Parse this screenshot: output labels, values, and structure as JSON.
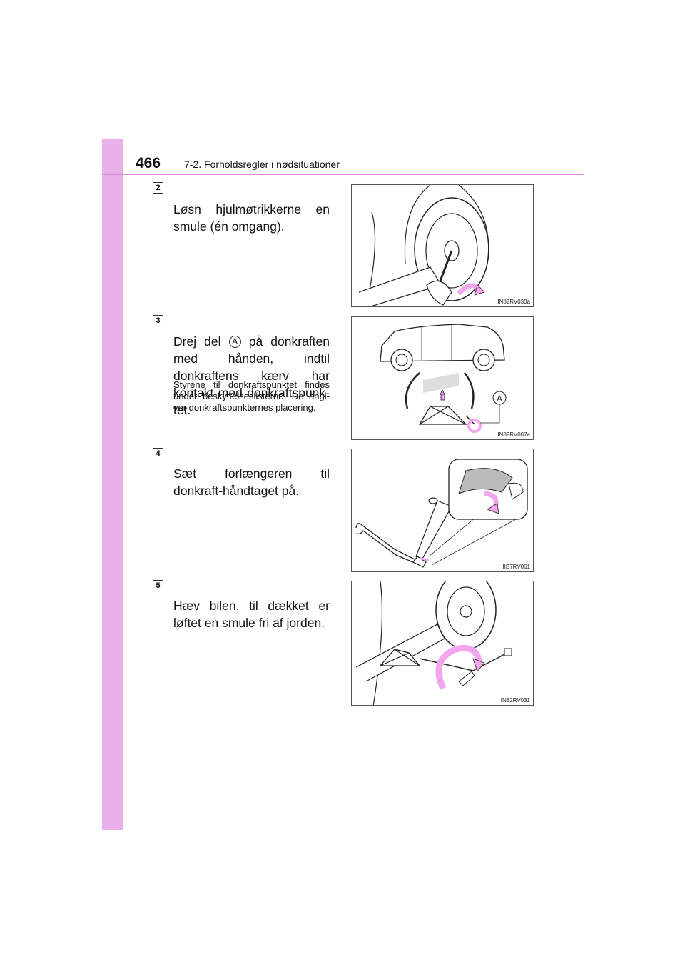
{
  "header": {
    "page_number": "466",
    "section_title": "7-2. Forholdsregler i nødsituationer"
  },
  "steps": [
    {
      "number": "2",
      "text": "Løsn hjulmøtrikkerne en smule (én omgang).",
      "figure_code": "IN82RV030a"
    },
    {
      "number": "3",
      "text_before": "Drej del ",
      "marker": "A",
      "text_after": " på donkraften med hånden, indtil donkraftens kærv har kontakt med donkraftspunk-tet.",
      "note": "Styrene til donkraftspunktet findes under beskyttelseslisterne. De angi-ver donkraftspunkternes placering.",
      "figure_code": "IN82RV007a",
      "figure_label": "A"
    },
    {
      "number": "4",
      "text": "Sæt forlængeren til donkraft-håndtaget på.",
      "figure_code": "IIB7RV061"
    },
    {
      "number": "5",
      "text": "Hæv bilen, til dækket er løftet en smule fri af jorden.",
      "figure_code": "IN82RV031"
    }
  ],
  "colors": {
    "sidebar": "#e9b0ea",
    "header_rule": "#d88ad8",
    "arrow": "#f2a6ef"
  }
}
